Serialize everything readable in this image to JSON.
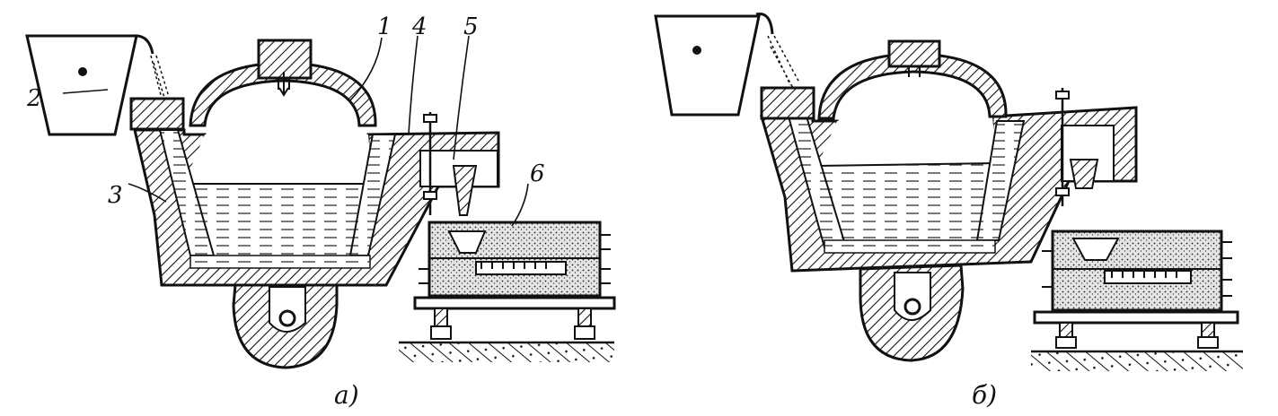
{
  "labels_a": {
    "n1": "1",
    "n2": "2",
    "n3": "3",
    "n4": "4",
    "n5": "5",
    "n6": "6"
  },
  "captions": {
    "a": "а)",
    "b": "б)"
  },
  "colors": {
    "ink": "#111111",
    "metal_lines": "#333333",
    "sand": "#d9d9d9",
    "background": "#ffffff"
  }
}
